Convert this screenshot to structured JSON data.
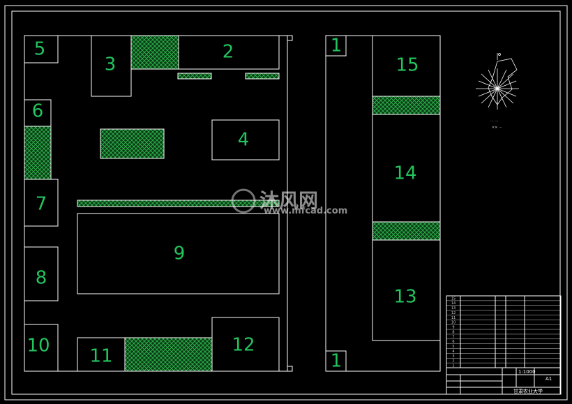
{
  "drawing": {
    "rooms": {
      "r1a": "1",
      "r1b": "1",
      "r2": "2",
      "r3": "3",
      "r4": "4",
      "r5": "5",
      "r6": "6",
      "r7": "7",
      "r8": "8",
      "r9": "9",
      "r10": "10",
      "r11": "11",
      "r12": "12",
      "r13": "13",
      "r14": "14",
      "r15": "15"
    },
    "legend_rows": [
      "15",
      "14",
      "13",
      "12",
      "11",
      "10",
      "9",
      "8",
      "7",
      "6",
      "5",
      "4",
      "3",
      "2",
      "1"
    ],
    "title_block": {
      "scale": "1:1000",
      "sheet": "A1",
      "school": "甘肃农业大学"
    },
    "watermark": {
      "brand": "沐风网",
      "url": "www.mfcad.com"
    },
    "colors": {
      "background": "#000000",
      "lines": "#ffffff",
      "labels": "#22c55e"
    }
  }
}
